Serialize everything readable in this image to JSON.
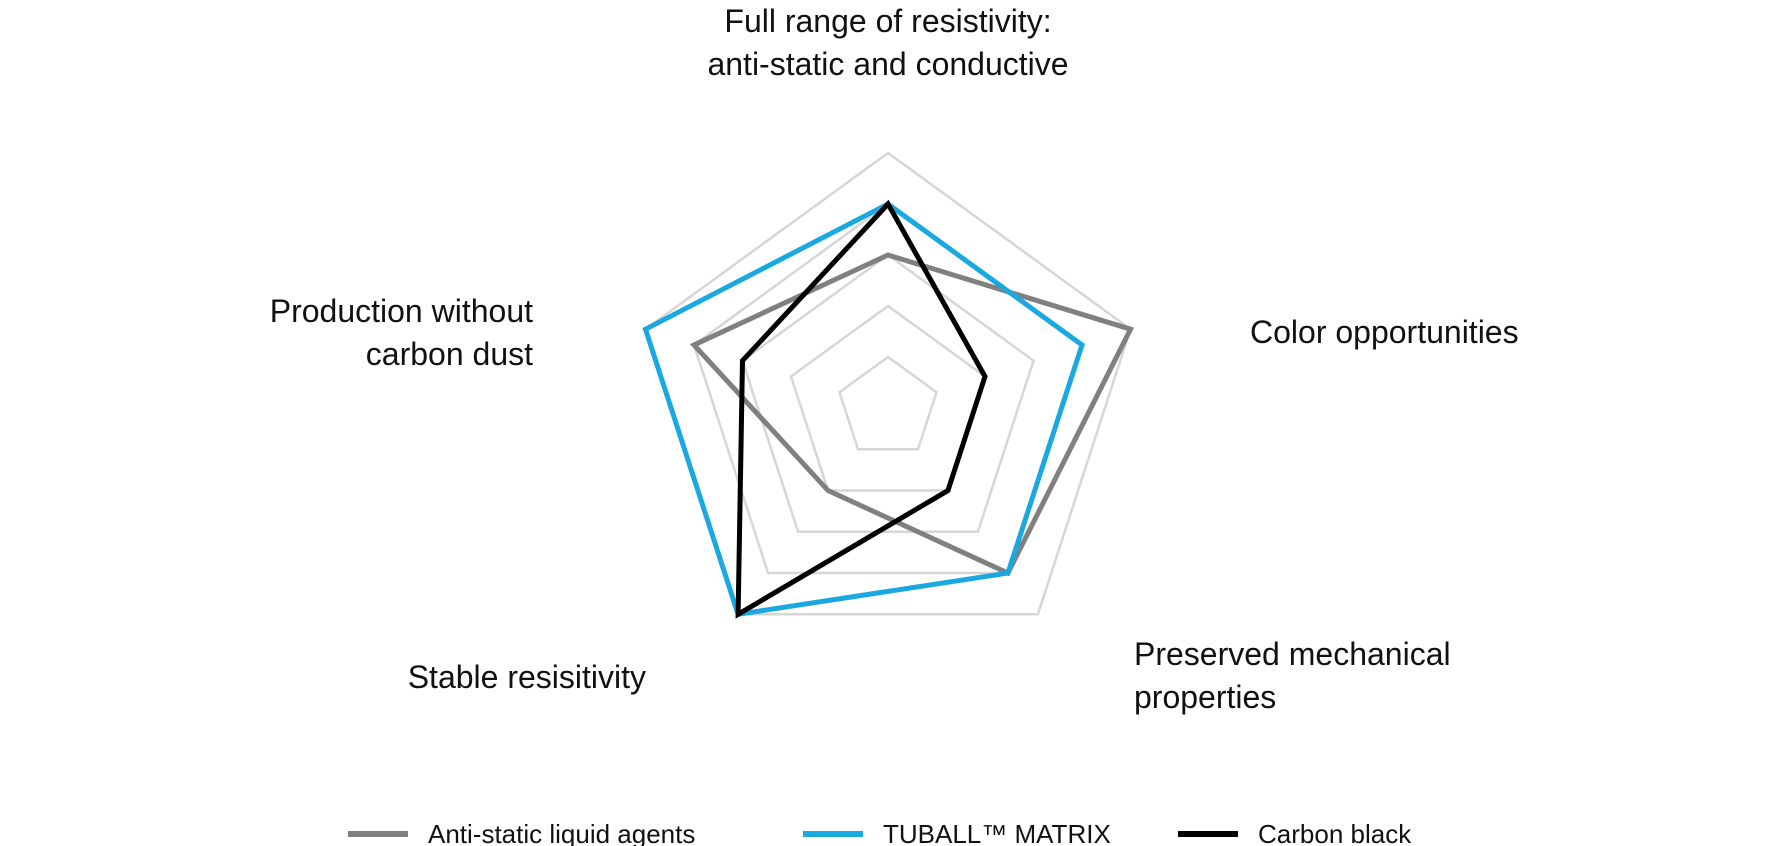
{
  "chart_data": {
    "type": "radar",
    "axes": [
      {
        "lines": [
          "Full range of resistivity:",
          "anti-static and conductive"
        ]
      },
      {
        "lines": [
          "Color opportunities"
        ]
      },
      {
        "lines": [
          "Preserved mechanical",
          "properties"
        ]
      },
      {
        "lines": [
          "Stable resisitivity"
        ]
      },
      {
        "lines": [
          "Production without",
          "carbon dust"
        ]
      }
    ],
    "levels": 5,
    "rmax": 5,
    "grid": true,
    "legend_position": "bottom",
    "series": [
      {
        "name": "Anti-static liquid agents",
        "color": "#808080",
        "values": [
          3,
          5,
          4,
          2,
          4
        ]
      },
      {
        "name": "TUBALL™  MATRIX",
        "color": "#1aa8e0",
        "values": [
          4,
          4,
          4,
          5,
          5
        ]
      },
      {
        "name": "Carbon black",
        "color": "#000000",
        "values": [
          4,
          2,
          2,
          5,
          3
        ]
      }
    ]
  }
}
